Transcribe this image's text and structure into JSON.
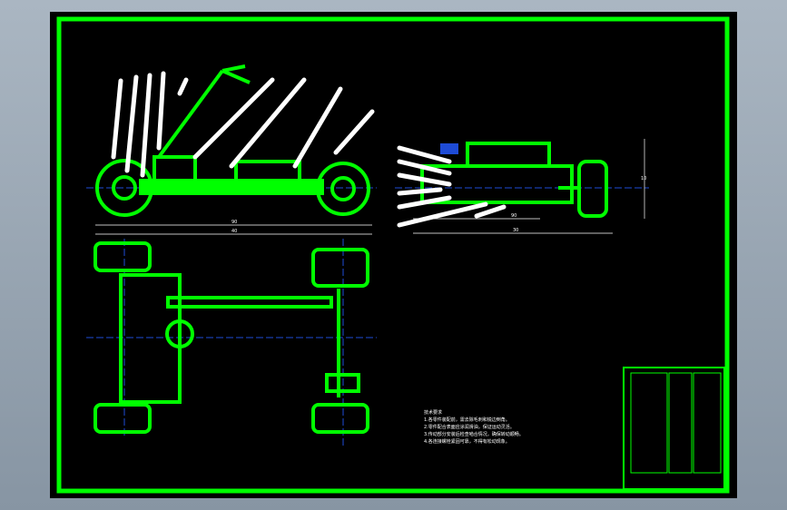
{
  "drawing": {
    "dimensions": {
      "side_inner": "90",
      "side_overall": "40",
      "front_part": "90",
      "front_total": "30",
      "front_height": "10"
    },
    "notes": {
      "heading": "技术要求",
      "items": [
        "1.各零件装配前，需去除毛刺和锐边倒角。",
        "2.零件配合表面应涂润滑油，保证运动灵活。",
        "3.传动部分安装后检查啮合情况，确保转动顺畅。",
        "4.各连接螺栓紧固可靠，不得有松动现象。"
      ]
    }
  },
  "colors": {
    "line": "#00ff00",
    "centerline": "#0000ff",
    "leader": "#ffffff",
    "part_blue": "#1e4bd6"
  }
}
